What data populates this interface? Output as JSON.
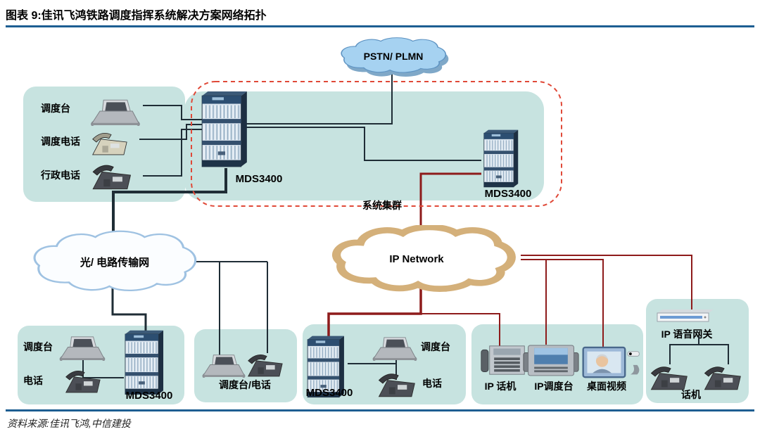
{
  "header": {
    "title": "图表 9:佳讯飞鸿铁路调度指挥系统解决方案网络拓扑"
  },
  "footer": {
    "source": "资料来源:佳讯飞鸿,中信建投"
  },
  "diagram": {
    "clouds": {
      "pstn": "PSTN/ PLMN",
      "transmission": "光/ 电路传输网",
      "ip_network": "IP Network"
    },
    "cluster": {
      "label": "系统集群",
      "server_left": "MDS3400",
      "server_right": "MDS3400"
    },
    "hq_box": {
      "items": [
        "调度台",
        "调度电话",
        "行政电话"
      ]
    },
    "station1": {
      "console": "调度台",
      "phone": "电话",
      "server": "MDS3400"
    },
    "station2": {
      "label": "调度台/电话"
    },
    "station3": {
      "server": "MDS3400",
      "console": "调度台",
      "phone": "电话"
    },
    "ip_terminals": {
      "ip_phone": "IP 话机",
      "ip_console": "IP调度台",
      "desktop_video": "桌面视频"
    },
    "gateway_box": {
      "gateway": "IP 语音网关",
      "phones": "话机"
    },
    "colors": {
      "box_teal": "#c7e3e0",
      "dashed_red": "#e04938",
      "maroon_line": "#8e1b1b",
      "black_line": "#1f2d36",
      "rule_navy": "#1d5e92",
      "pstn_blue": "#a6d2f1",
      "ip_cloud_tan": "#d4b07a"
    }
  }
}
